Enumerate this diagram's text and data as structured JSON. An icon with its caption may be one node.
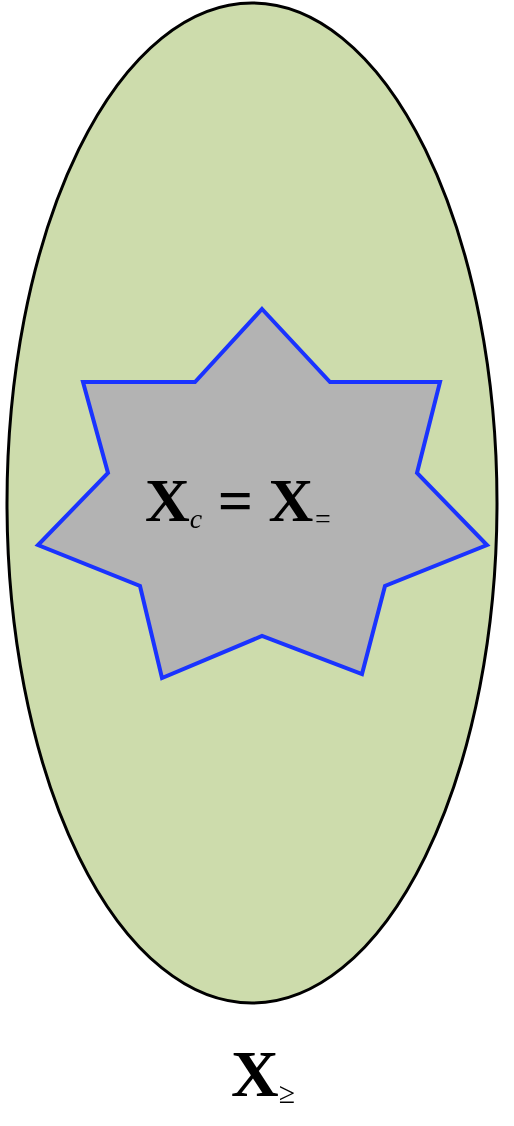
{
  "diagram": {
    "nodes": [
      {
        "text": [
          "X$_{≥}$"
        ]
      },
      {
        "text": [
          "X$_{c}$ = X$_{=}$"
        ],
        "in": 0
      }
    ]
  }
}
